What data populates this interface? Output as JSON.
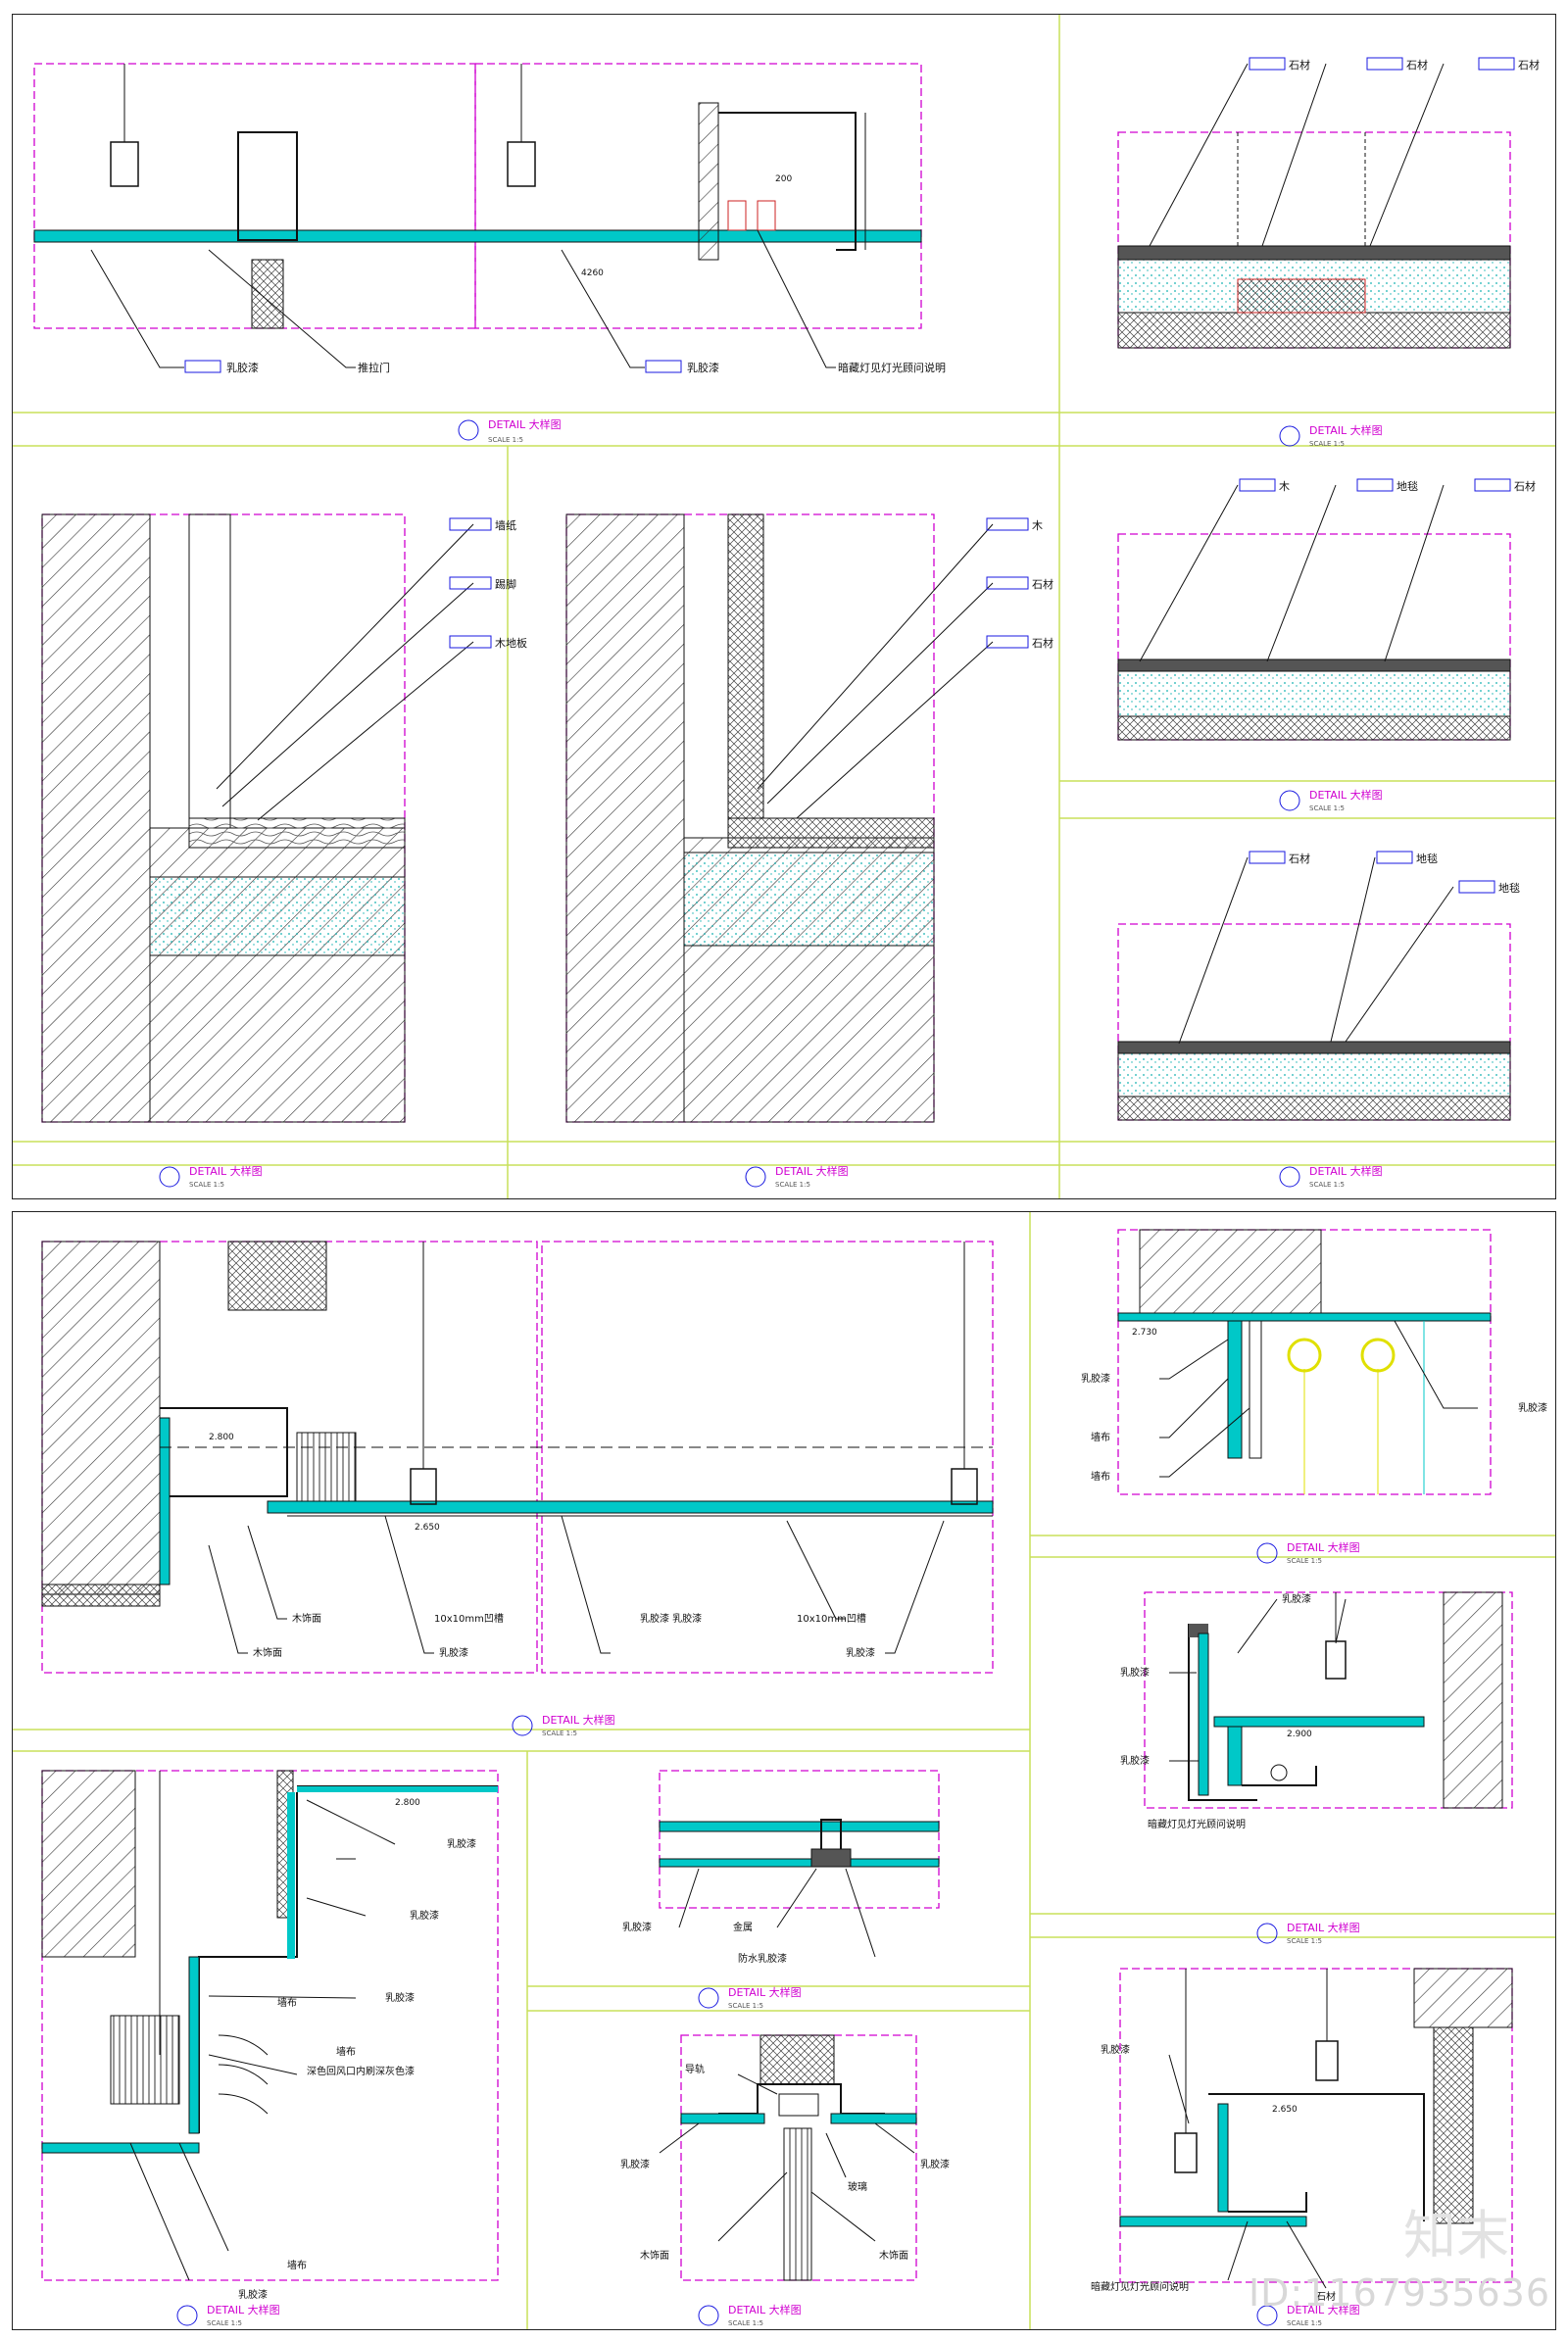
{
  "colors": {
    "frame": "#c8e05a",
    "detail": "#d000d0",
    "fill": "#00c8c8",
    "tag": "#1a1ae0",
    "line": "#111111",
    "brick": "#cc2222"
  },
  "upper_sheet": {
    "details": [
      {
        "title": "DETAIL 大样图",
        "scale": "SCALE 1:5"
      },
      {
        "title": "DETAIL 大样图",
        "scale": "SCALE 1:5"
      },
      {
        "title": "DETAIL 大样图",
        "scale": "SCALE 1:5"
      },
      {
        "title": "DETAIL 大样图",
        "scale": "SCALE 1:5"
      },
      {
        "title": "DETAIL 大样图",
        "scale": "SCALE 1:5"
      },
      {
        "title": "DETAIL 大样图",
        "scale": "SCALE 1:5"
      },
      {
        "title": "DETAIL 大样图",
        "scale": "SCALE 1:5"
      }
    ],
    "callouts": {
      "d1_a": "乳胶漆",
      "d1_b": "推拉门",
      "d1_c": "乳胶漆",
      "d1_d": "暗藏灯见灯光顾问说明",
      "d1_dim1": "4260",
      "d1_dim2": "200",
      "d2_a": "石材",
      "d2_b": "石材",
      "d2_c": "石材",
      "d3_a": "墙纸",
      "d3_b": "踢脚",
      "d3_c": "木地板",
      "d4_a": "木",
      "d4_b": "石材",
      "d4_c": "石材",
      "d5_a": "木",
      "d5_b": "地毯",
      "d5_c": "石材",
      "d6_a": "石材",
      "d6_b": "地毯",
      "d6_c": "地毯"
    }
  },
  "lower_sheet": {
    "details": [
      {
        "title": "DETAIL 大样图",
        "scale": "SCALE 1:5"
      },
      {
        "title": "DETAIL 大样图",
        "scale": "SCALE 1:5"
      },
      {
        "title": "DETAIL 大样图",
        "scale": "SCALE 1:5"
      },
      {
        "title": "DETAIL 大样图",
        "scale": "SCALE 1:5"
      },
      {
        "title": "DETAIL 大样图",
        "scale": "SCALE 1:5"
      },
      {
        "title": "DETAIL 大样图",
        "scale": "SCALE 1:5"
      },
      {
        "title": "DETAIL 大样图",
        "scale": "SCALE 1:5"
      }
    ],
    "callouts": {
      "e1_a": "木饰面",
      "e1_b": "木饰面",
      "e1_c": "10x10mm凹槽",
      "e1_d": "乳胶漆",
      "e1_e": "乳胶漆 乳胶漆",
      "e1_f": "10x10mm凹槽",
      "e1_g": "乳胶漆",
      "e1_lvl1": "2.800",
      "e1_lvl2": "2.650",
      "e2_a": "乳胶漆",
      "e2_b": "墙布",
      "e2_c": "墙布",
      "e2_d": "乳胶漆",
      "e2_lvl": "2.730",
      "e3_a": "乳胶漆",
      "e3_b": "乳胶漆",
      "e3_c": "乳胶漆",
      "e3_d": "暗藏灯见灯光顾问说明",
      "e3_lvl": "2.900",
      "e4_a": "乳胶漆",
      "e4_b": "乳胶漆",
      "e4_c": "墙布",
      "e4_d": "乳胶漆",
      "e4_e": "墙布",
      "e4_f": "深色回风口内刷深灰色漆",
      "e4_g": "墙布",
      "e4_h": "乳胶漆",
      "e4_lvl": "2.800",
      "e5_a": "乳胶漆",
      "e5_b": "金属",
      "e5_c": "防水乳胶漆",
      "e6_a": "导轨",
      "e6_b": "乳胶漆",
      "e6_c": "乳胶漆",
      "e6_d": "木饰面",
      "e6_e": "木饰面",
      "e6_f": "玻璃",
      "e7_a": "乳胶漆",
      "e7_b": "暗藏灯见灯光顾问说明",
      "e7_c": "石材",
      "e7_lvl": "2.650"
    }
  },
  "watermark": {
    "id_text": "ID:1167935636",
    "logo": "知末"
  }
}
